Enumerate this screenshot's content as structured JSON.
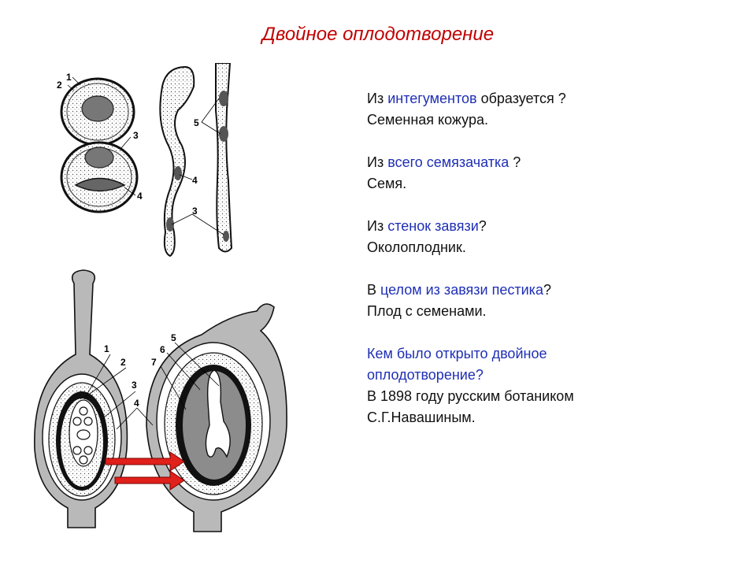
{
  "title": "Двойное оплодотворение",
  "qa": [
    {
      "q_pre": "Из ",
      "q_hl": "интегументов",
      "q_post": " образуется ?",
      "a": "Семенная кожура."
    },
    {
      "q_pre": "Из ",
      "q_hl": "всего семязачатка",
      "q_post": " ?",
      "a": "Семя."
    },
    {
      "q_pre": "Из ",
      "q_hl": "стенок завязи",
      "q_post": "?",
      "a": "Околоплодник."
    },
    {
      "q_pre": "В ",
      "q_hl": "целом из завязи пестика",
      "q_post": "?",
      "a": "Плод с семенами."
    }
  ],
  "discovery": {
    "q_line1": "Кем было открыто двойное",
    "q_line2": "оплодотворение?",
    "a_line1": "В 1898 году русским ботаником",
    "a_line2": "С.Г.Навашиным."
  },
  "figure_top": {
    "labels": [
      "2",
      "1",
      "3",
      "4",
      "5",
      "4",
      "3"
    ]
  },
  "figure_bottom": {
    "labels": [
      "1",
      "2",
      "3",
      "4",
      "5",
      "6",
      "7"
    ]
  },
  "colors": {
    "title": "#c00000",
    "highlight": "#1f2fb5",
    "arrow": "#e0201b",
    "tissue": "#b9b9b9"
  }
}
